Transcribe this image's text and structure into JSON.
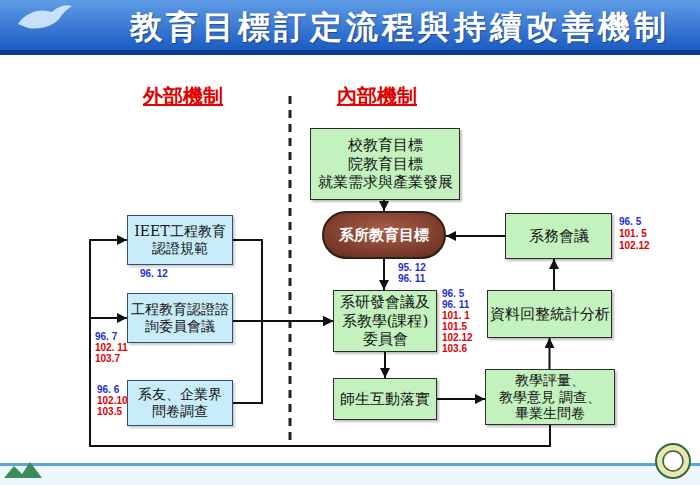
{
  "diagram": {
    "title": "教育目標訂定流程與持續改善機制",
    "nodes": [
      {
        "text": [
          "校教育目標 院教育目標 就業需求與產業發展"
        ]
      },
      {
        "text": [
          "IEET工程教育 認證規範"
        ]
      },
      {
        "text": [
          "系所教育目標"
        ]
      },
      {
        "text": [
          "系務會議"
        ]
      },
      {
        "text": [
          "工程教育認證諮 詢委員會議"
        ]
      },
      {
        "text": [
          "系研發會議及 系教學(課程) 委員會"
        ]
      },
      {
        "text": [
          "資料回整統計分析"
        ]
      },
      {
        "text": [
          "系友、企業界 問卷調查"
        ]
      },
      {
        "text": [
          "師生互動落實"
        ]
      },
      {
        "text": [
          "教學評量、教學意見 調查、畢業生問卷"
        ]
      }
    ],
    "edges": [
      {
        "from": 0,
        "to": 2,
        "arrow": "to"
      },
      {
        "from": 2,
        "to": 5,
        "arrow": "to"
      },
      {
        "from": 5,
        "to": 8,
        "arrow": "to"
      },
      {
        "from": 8,
        "to": 9,
        "arrow": "to"
      },
      {
        "from": 9,
        "to": 6,
        "arrow": "to"
      },
      {
        "from": 6,
        "to": 3,
        "arrow": "to"
      },
      {
        "from": 3,
        "to": 2,
        "arrow": "to"
      },
      {
        "from": 1,
        "to": 5,
        "arrow": "to"
      },
      {
        "from": 4,
        "to": 5,
        "arrow": "to"
      },
      {
        "from": 7,
        "to": 5,
        "arrow": "to"
      },
      {
        "from": 9,
        "to": 1,
        "arrow": "to"
      },
      {
        "from": 9,
        "to": 4,
        "arrow": "to"
      }
    ],
    "labels": [
      "外部機制",
      "內部機制",
      "96. 12",
      "96. 7",
      "102. 11",
      "103.7",
      "96. 6",
      "102.10",
      "103.5",
      "95. 12",
      "96. 11",
      "96. 5",
      "96. 11",
      "101. 1",
      "101.5",
      "102.12",
      "103.6",
      "96. 5",
      "101. 5",
      "102.12"
    ]
  }
}
